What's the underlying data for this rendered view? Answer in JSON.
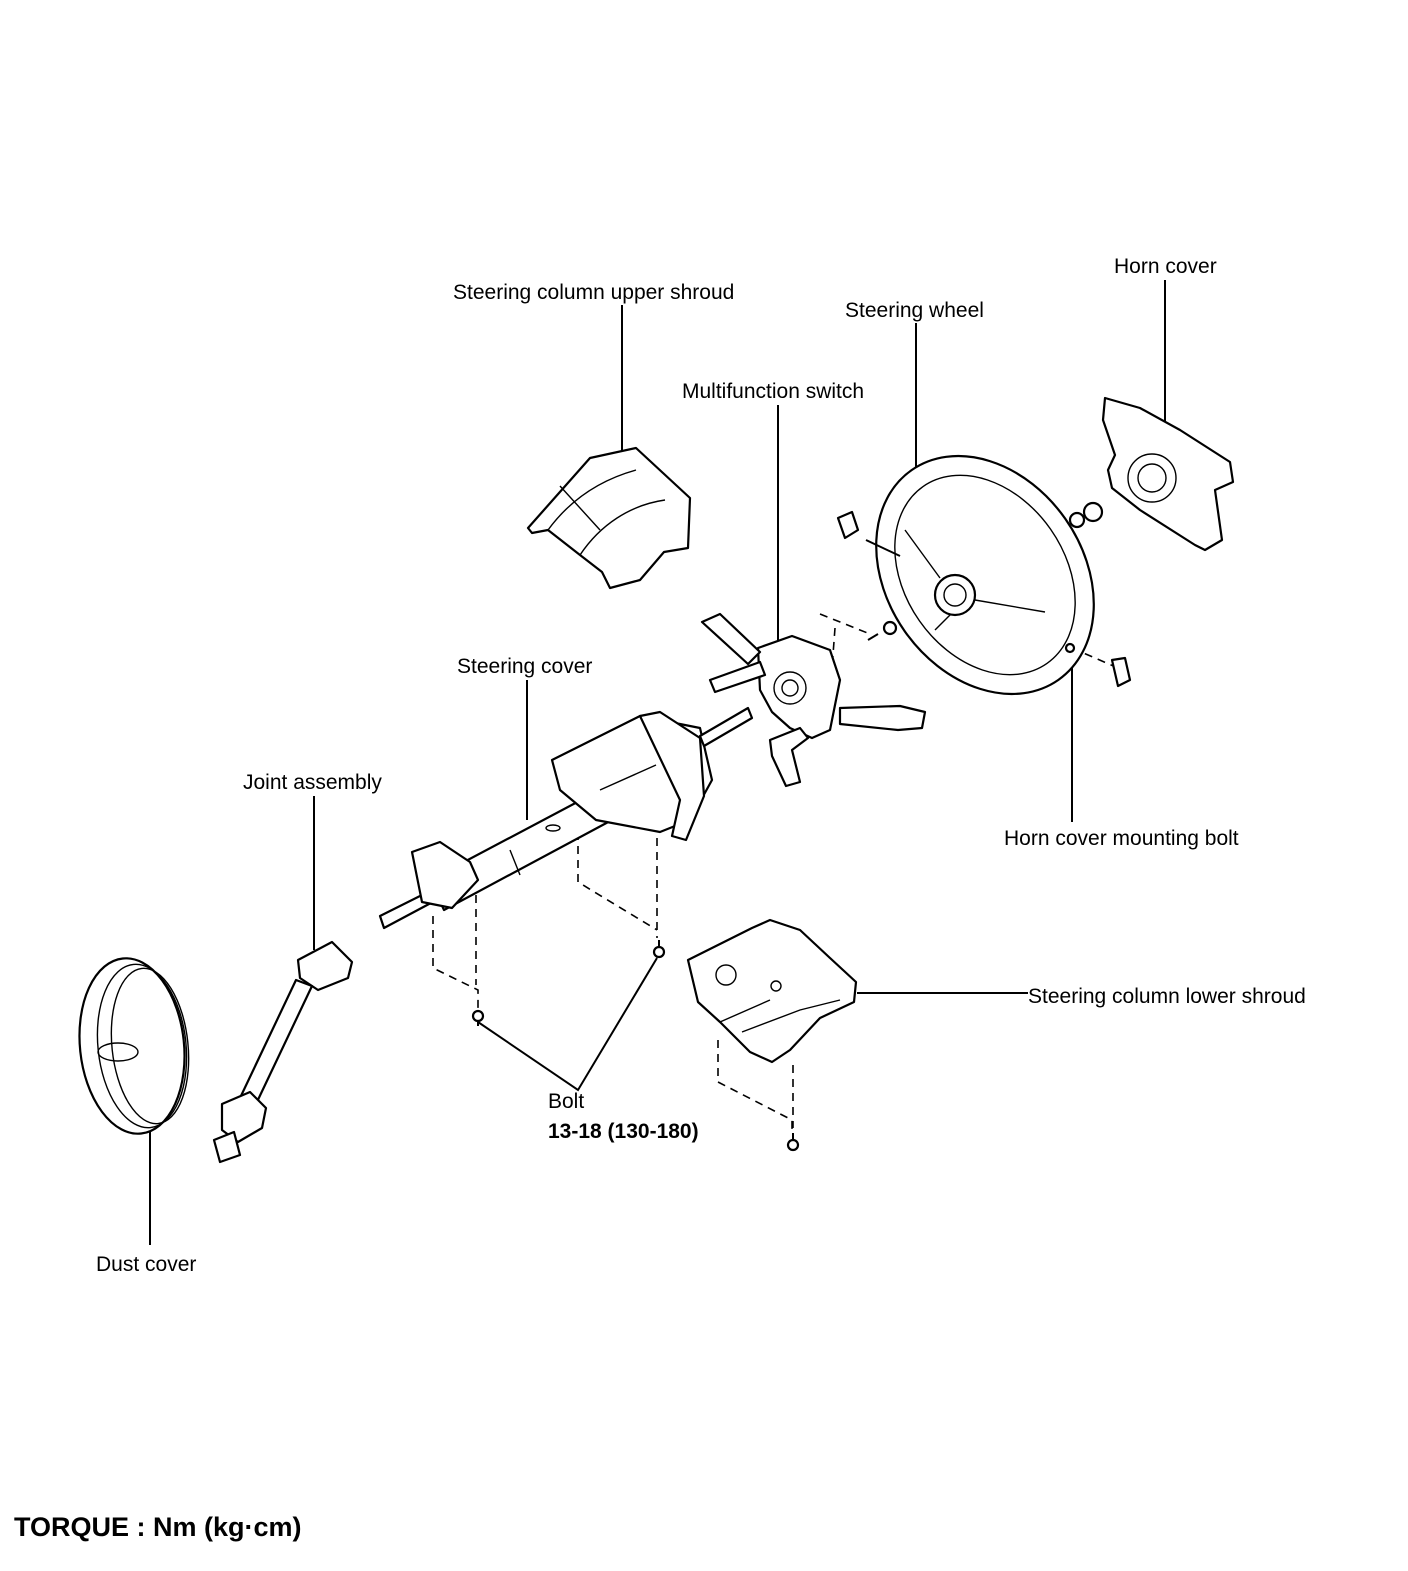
{
  "labels": {
    "horn_cover": "Horn cover",
    "upper_shroud": "Steering column upper shroud",
    "steering_wheel": "Steering wheel",
    "multifunction_switch": "Multifunction switch",
    "steering_cover": "Steering cover",
    "joint_assembly": "Joint assembly",
    "horn_cover_bolt": "Horn cover mounting bolt",
    "lower_shroud": "Steering column lower shroud",
    "bolt": "Bolt",
    "bolt_torque": "13-18 (130-180)",
    "dust_cover": "Dust cover"
  },
  "footer": {
    "torque_unit": "TORQUE : Nm (kg·cm)"
  }
}
